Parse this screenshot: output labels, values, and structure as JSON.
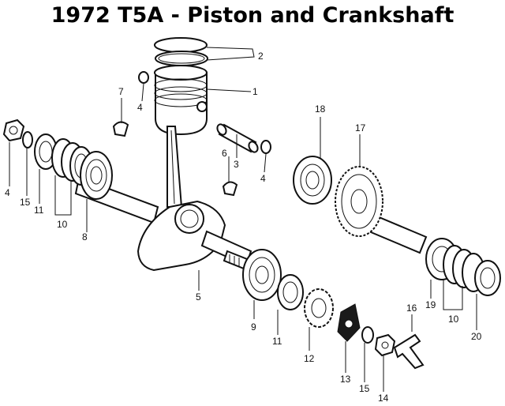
{
  "title": "1972 T5A - Piston and Crankshaft",
  "callouts": [
    {
      "id": "c1",
      "label": "1"
    },
    {
      "id": "c2",
      "label": "2"
    },
    {
      "id": "c3",
      "label": "3"
    },
    {
      "id": "c4a",
      "label": "4"
    },
    {
      "id": "c4b",
      "label": "4"
    },
    {
      "id": "c4c",
      "label": "4"
    },
    {
      "id": "c5",
      "label": "5"
    },
    {
      "id": "c6",
      "label": "6"
    },
    {
      "id": "c7",
      "label": "7"
    },
    {
      "id": "c8",
      "label": "8"
    },
    {
      "id": "c9",
      "label": "9"
    },
    {
      "id": "c10a",
      "label": "10"
    },
    {
      "id": "c10b",
      "label": "10"
    },
    {
      "id": "c11a",
      "label": "11"
    },
    {
      "id": "c11b",
      "label": "11"
    },
    {
      "id": "c12",
      "label": "12"
    },
    {
      "id": "c13",
      "label": "13"
    },
    {
      "id": "c14",
      "label": "14"
    },
    {
      "id": "c15a",
      "label": "15"
    },
    {
      "id": "c15b",
      "label": "15"
    },
    {
      "id": "c16",
      "label": "16"
    },
    {
      "id": "c17",
      "label": "17"
    },
    {
      "id": "c18",
      "label": "18"
    },
    {
      "id": "c19",
      "label": "19"
    },
    {
      "id": "c20",
      "label": "20"
    }
  ]
}
